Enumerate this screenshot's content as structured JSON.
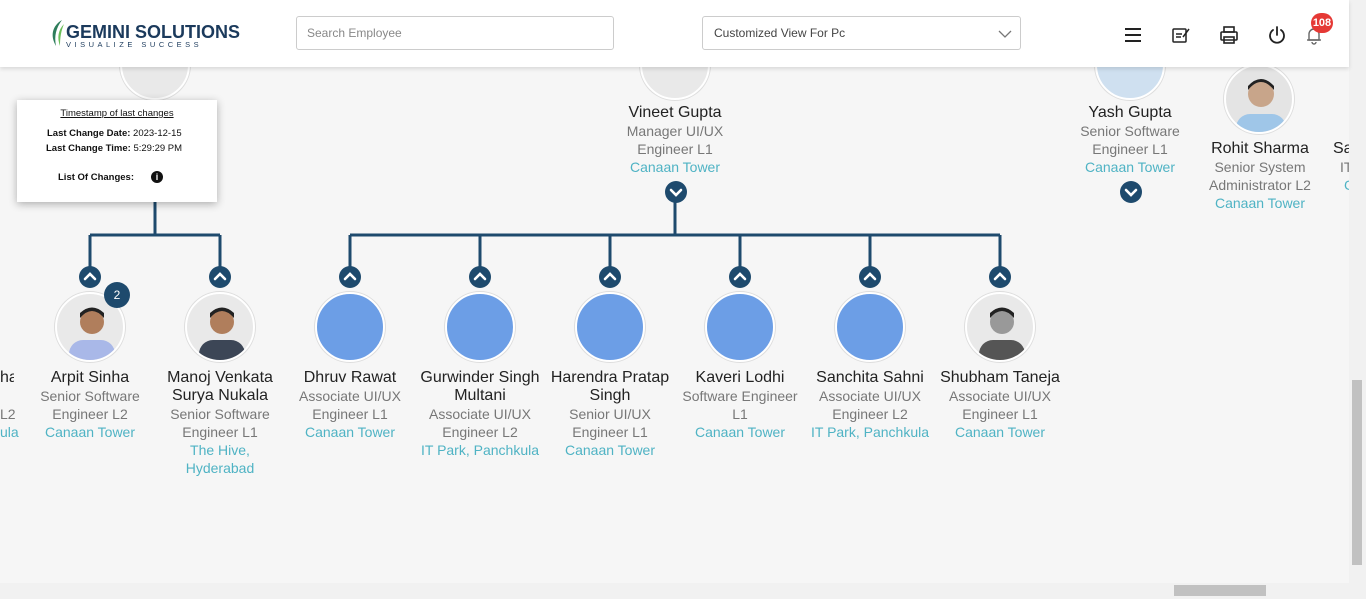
{
  "header": {
    "logo_main": "GEMINI SOLUTIONS",
    "logo_sub": "VISUALIZE SUCCESS",
    "search_placeholder": "Search Employee",
    "view_select": "Customized View For Pc",
    "notification_count": "108",
    "icons": [
      "menu-icon",
      "notes-icon",
      "print-icon",
      "power-icon",
      "bell-icon"
    ]
  },
  "popup": {
    "title": "Timestamp of last changes",
    "date_label": "Last Change Date:",
    "date_value": "2023-12-15",
    "time_label": "Last Change Time:",
    "time_value": "5:29:29 PM",
    "changes_label": "List Of Changes:"
  },
  "top": [
    {
      "name": "Vineet Gupta",
      "d1": "Manager UI/UX",
      "d2": "Engineer L1",
      "loc": "Canaan Tower"
    },
    {
      "name": "Yash Gupta",
      "d1": "Senior Software",
      "d2": "Engineer L1",
      "loc": "Canaan Tower"
    },
    {
      "name": "Rohit Sharma",
      "d1": "Senior System",
      "d2": "Administrator L2",
      "loc": "Canaan Tower"
    },
    {
      "name": "Sa",
      "d1": "IT",
      "loc": "C"
    }
  ],
  "left_partial": {
    "name": "ha",
    "d1": "L2",
    "loc": "ula"
  },
  "employees": [
    {
      "n1": "Arpit Sinha",
      "n2": "",
      "d1": "Senior Software",
      "d2": "Engineer L2",
      "l1": "Canaan Tower",
      "l2": "",
      "count": "2"
    },
    {
      "n1": "Manoj Venkata",
      "n2": "Surya Nukala",
      "d1": "Senior Software",
      "d2": "Engineer L1",
      "l1": "The Hive,",
      "l2": "Hyderabad"
    },
    {
      "n1": "Dhruv Rawat",
      "n2": "",
      "d1": "Associate UI/UX",
      "d2": "Engineer L1",
      "l1": "Canaan Tower",
      "l2": ""
    },
    {
      "n1": "Gurwinder Singh",
      "n2": "Multani",
      "d1": "Associate UI/UX",
      "d2": "Engineer L2",
      "l1": "IT Park, Panchkula",
      "l2": ""
    },
    {
      "n1": "Harendra Pratap",
      "n2": "Singh",
      "d1": "Senior UI/UX",
      "d2": "Engineer L1",
      "l1": "Canaan Tower",
      "l2": ""
    },
    {
      "n1": "Kaveri Lodhi",
      "n2": "",
      "d1": "Software Engineer",
      "d2": "L1",
      "l1": "Canaan Tower",
      "l2": ""
    },
    {
      "n1": "Sanchita Sahni",
      "n2": "",
      "d1": "Associate UI/UX",
      "d2": "Engineer L2",
      "l1": "IT Park, Panchkula",
      "l2": ""
    },
    {
      "n1": "Shubham Taneja",
      "n2": "",
      "d1": "Associate UI/UX",
      "d2": "Engineer L1",
      "l1": "Canaan Tower",
      "l2": ""
    }
  ],
  "colors": {
    "navy": "#1e4a6d",
    "teal": "#4fb3c4",
    "badge": "#e53935"
  }
}
